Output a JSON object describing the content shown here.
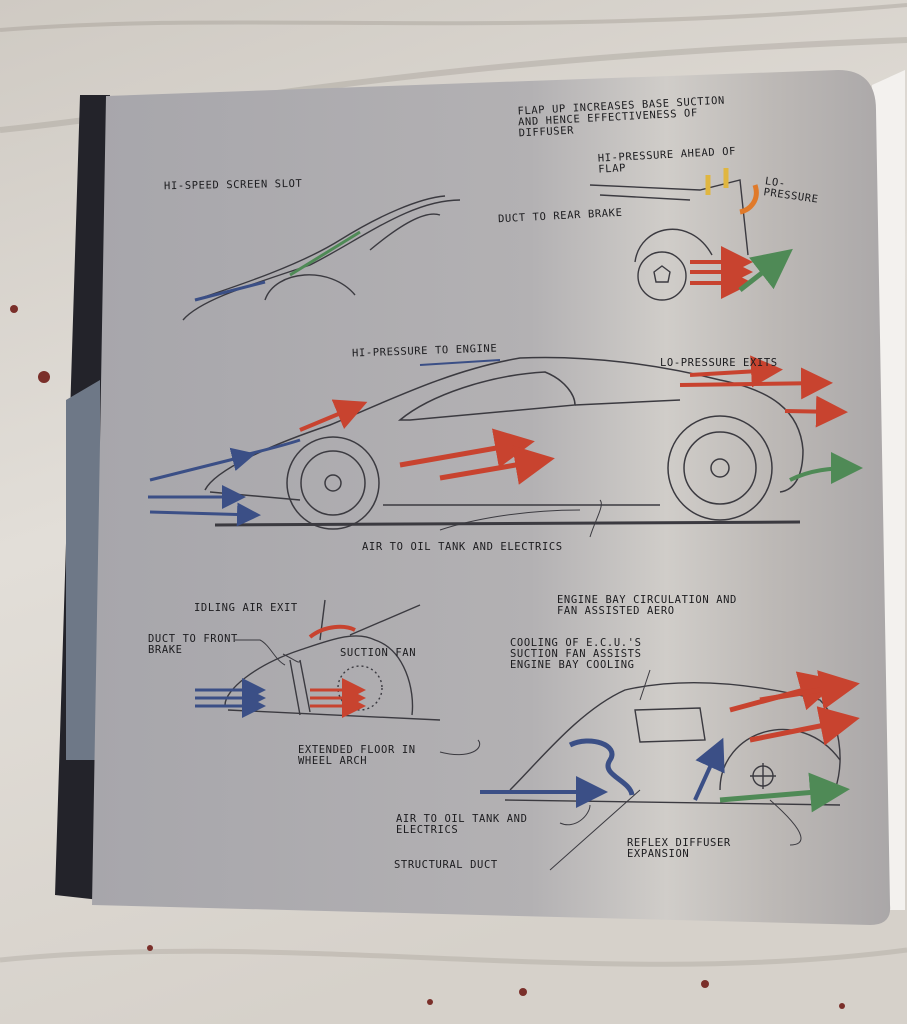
{
  "colors": {
    "counter": "#d9d5cf",
    "paper": "#aeacae",
    "pencil": "#3b3a40",
    "red_arrow": "#c8432f",
    "blue_arrow": "#3b4f86",
    "green_arrow": "#4f8a56",
    "yellow_arrow": "#e0b640"
  },
  "icons": [
    "car-side-sketch",
    "airflow-arrow",
    "wheel"
  ],
  "labels": {
    "flap_up": [
      "FLAP UP INCREASES BASE SUCTION",
      "AND HENCE EFFECTIVENESS OF",
      "DIFFUSER"
    ],
    "hi_pressure_ahead": [
      "HI-PRESSURE AHEAD OF",
      "FLAP"
    ],
    "lo_pressure": [
      "LO-",
      "PRESSURE"
    ],
    "duct_rear_brake": "DUCT TO REAR BRAKE",
    "hi_speed_slot": "HI-SPEED SCREEN SLOT",
    "hi_pressure_engine": "HI-PRESSURE TO ENGINE",
    "lo_pressure_exits": "LO-PRESSURE EXITS",
    "air_oil_tank_1": "AIR TO OIL TANK AND ELECTRICS",
    "idling_air_exit": "IDLING AIR EXIT",
    "duct_front_brake": [
      "DUCT TO FRONT",
      "BRAKE"
    ],
    "suction_fan": "SUCTION FAN",
    "extended_floor": [
      "EXTENDED FLOOR IN",
      "WHEEL ARCH"
    ],
    "engine_bay": [
      "ENGINE BAY CIRCULATION AND",
      "FAN ASSISTED AERO"
    ],
    "cooling_ecu": [
      "COOLING OF E.C.U.'S",
      "SUCTION FAN ASSISTS",
      "ENGINE BAY COOLING"
    ],
    "air_oil_tank_2": [
      "AIR TO OIL TANK AND",
      "ELECTRICS"
    ],
    "reflex_diffuser": [
      "REFLEX DIFFUSER",
      "EXPANSION"
    ],
    "structural_duct": "STRUCTURAL DUCT"
  }
}
